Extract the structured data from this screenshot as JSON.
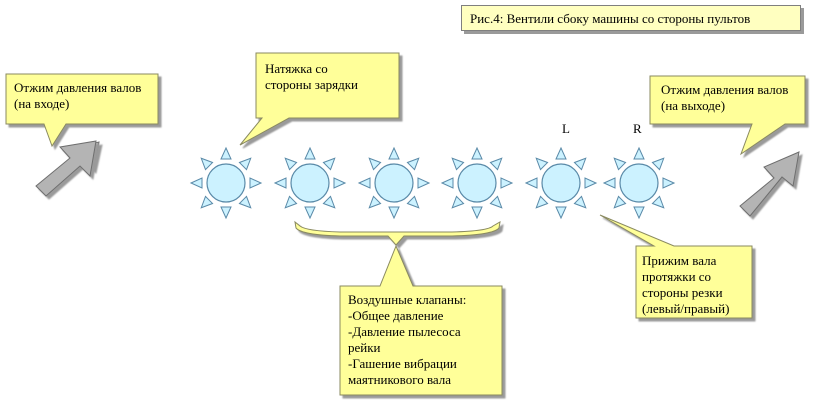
{
  "title": "Рис.4:  Вентили сбоку машины со стороны пультов",
  "callouts": {
    "input_release": "Отжим давления валов\n(на входе)",
    "tension": "Натяжка со\nстороны зарядки",
    "output_release": "Отжим давления валов\n(на выходе)",
    "air_valves": "Воздушные клапаны:\n-Общее давление\n-Давление пылесоса\nрейки\n-Гашение вибрации\nмаятникового вала",
    "roller_press": "Прижим вала\nпротяжки со\nстороны резки\n(левый/правый)"
  },
  "labels": {
    "left": "L",
    "right": "R"
  },
  "valves": [
    "valve-1",
    "valve-2",
    "valve-3",
    "valve-4",
    "valve-L",
    "valve-R"
  ],
  "colors": {
    "callout_fill": "#ffff99",
    "callout_stroke": "#8a8a60",
    "title_fill": "#ffffc0",
    "sun_fill": "#ccf2ff",
    "sun_stroke": "#5a8aa8",
    "arrow_fill": "#b4b4b4"
  }
}
